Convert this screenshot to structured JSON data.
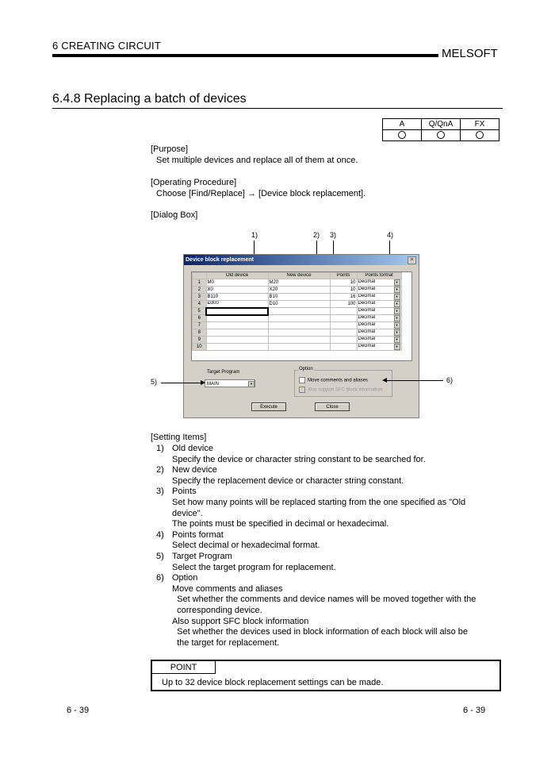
{
  "header": {
    "chapter": "6   CREATING CIRCUIT",
    "brand": "MELSOFT"
  },
  "section_title": "6.4.8 Replacing a batch of devices",
  "compat_table": {
    "headers": [
      "A",
      "Q/QnA",
      "FX"
    ],
    "marks": [
      "circle",
      "circle",
      "circle"
    ]
  },
  "purpose": {
    "heading": "[Purpose]",
    "text": "Set multiple devices and replace all of them at once."
  },
  "procedure": {
    "heading": "[Operating Procedure]",
    "text": "Choose [Find/Replace] → [Device block replacement]."
  },
  "dialog_box_heading": "[Dialog Box]",
  "dialog": {
    "title": "Device block replacement",
    "close": "×",
    "columns": [
      "Old device",
      "New device",
      "Points",
      "Points format"
    ],
    "rows": [
      {
        "n": "1",
        "old": "M0",
        "new": "M20",
        "points": "10",
        "format": "Decimal"
      },
      {
        "n": "2",
        "old": "X0",
        "new": "X20",
        "points": "10",
        "format": "Decimal"
      },
      {
        "n": "3",
        "old": "B110",
        "new": "B10",
        "points": "16",
        "format": "Decimal"
      },
      {
        "n": "4",
        "old": "D300",
        "new": "D10",
        "points": "100",
        "format": "Decimal"
      },
      {
        "n": "5",
        "old": "",
        "new": "",
        "points": "",
        "format": "Decimal"
      },
      {
        "n": "6",
        "old": "",
        "new": "",
        "points": "",
        "format": "Decimal"
      },
      {
        "n": "7",
        "old": "",
        "new": "",
        "points": "",
        "format": "Decimal"
      },
      {
        "n": "8",
        "old": "",
        "new": "",
        "points": "",
        "format": "Decimal"
      },
      {
        "n": "9",
        "old": "",
        "new": "",
        "points": "",
        "format": "Decimal"
      },
      {
        "n": "10",
        "old": "",
        "new": "",
        "points": "",
        "format": "Decimal"
      }
    ],
    "target_program_label": "Target Program",
    "target_program_value": "MAIN",
    "option_label": "Option",
    "option_move": "Move comments and aliases",
    "option_sfc": "Also support SFC block information",
    "execute": "Execute",
    "close_button": "Close"
  },
  "callouts": [
    "1)",
    "2)",
    "3)",
    "4)",
    "5)",
    "6)"
  ],
  "setting_items": {
    "heading": "[Setting Items]",
    "lines": [
      {
        "num": "1)",
        "text": "Old device"
      },
      {
        "num": "",
        "text": "Specify the device or character string constant to be searched for."
      },
      {
        "num": "2)",
        "text": "New device"
      },
      {
        "num": "",
        "text": "Specify the replacement device or character string constant."
      },
      {
        "num": "3)",
        "text": "Points"
      },
      {
        "num": "",
        "text": "Set how many points will be replaced starting from the one specified as \"Old"
      },
      {
        "num": "",
        "text": "device\"."
      },
      {
        "num": "",
        "text": "The points must be specified in decimal or hexadecimal."
      },
      {
        "num": "4)",
        "text": "Points format"
      },
      {
        "num": "",
        "text": "Select decimal or hexadecimal format."
      },
      {
        "num": "5)",
        "text": "Target Program"
      },
      {
        "num": "",
        "text": "Select the target program for replacement."
      },
      {
        "num": "6)",
        "text": "Option"
      },
      {
        "num": "",
        "text": "Move comments and aliases"
      },
      {
        "num": "",
        "text": "  Set whether the comments and device names will be moved together with the"
      },
      {
        "num": "",
        "text": "  corresponding device."
      },
      {
        "num": "",
        "text": "Also support SFC block information"
      },
      {
        "num": "",
        "text": "  Set whether the devices used in block information of each block will also be"
      },
      {
        "num": "",
        "text": "  the target for replacement."
      }
    ]
  },
  "point": {
    "tab": "POINT",
    "text": "Up to 32 device block replacement settings can be made."
  },
  "footer": {
    "left": "6 - 39",
    "right": "6 - 39"
  }
}
